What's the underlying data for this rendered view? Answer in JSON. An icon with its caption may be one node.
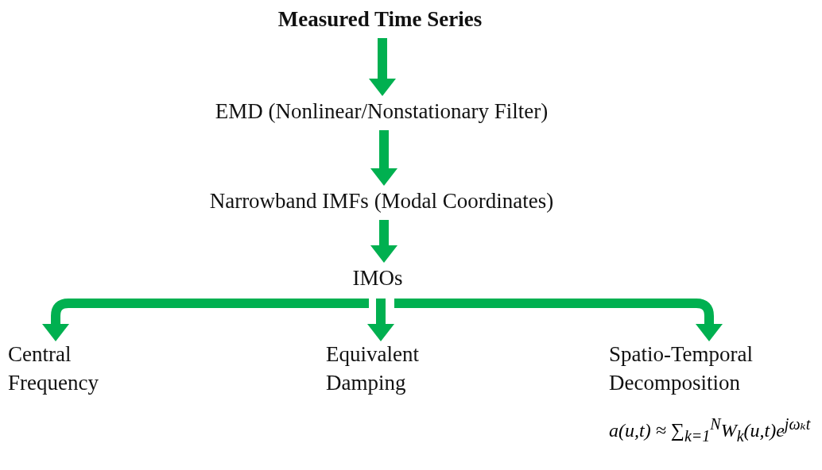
{
  "diagram": {
    "nodes": [
      {
        "text": [
          "Measured Time Series"
        ]
      },
      {
        "text": [
          "EMD (Nonlinear/Nonstationary Filter)"
        ]
      },
      {
        "text": [
          "Narrowband IMFs (Modal Coordinates)"
        ]
      },
      {
        "text": [
          "IMOs"
        ]
      },
      {
        "text": [
          "Central Frequency"
        ]
      },
      {
        "text": [
          "Equivalent Damping"
        ]
      },
      {
        "text": [
          "Spatio-Temporal Decomposition"
        ],
        "beside": [
          "a(u,t) ≈ ∑$_{k=1}$$^{N}$W$_{k}$(u,t)e$^{jωₖt}$"
        ]
      }
    ],
    "edges": [
      {
        "from": 0,
        "to": 1,
        "arrow": "to"
      },
      {
        "from": 1,
        "to": 2,
        "arrow": "to"
      },
      {
        "from": 2,
        "to": 3,
        "arrow": "to"
      },
      {
        "from": 3,
        "to": 4,
        "arrow": "to"
      },
      {
        "from": 3,
        "to": 5,
        "arrow": "to"
      },
      {
        "from": 3,
        "to": 6,
        "arrow": "to"
      }
    ]
  }
}
